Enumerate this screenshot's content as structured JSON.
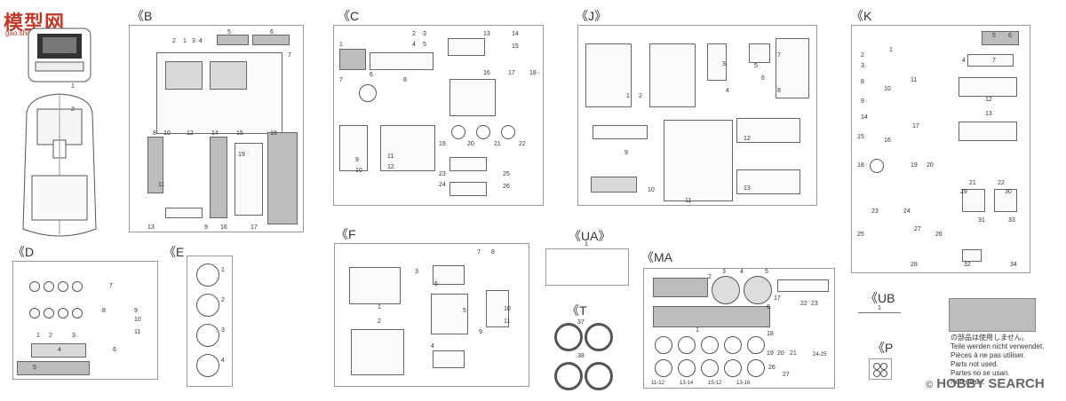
{
  "watermark": {
    "logo_text": "模型网",
    "url": "gao.shop.com",
    "hobby": "HOBBY",
    "search": "SEARCH",
    "mark": "©"
  },
  "sprues": {
    "B": "《B",
    "C": "《C",
    "J": "《J》",
    "K": "《K",
    "D": "《D",
    "E": "《E",
    "F": "《F",
    "UA": "《UA》",
    "MA": "《MA",
    "T": "《T",
    "UB": "《UB",
    "P": "《P"
  },
  "notes": {
    "unused_jp": "の部品は使用しません。",
    "unused_de": "Teile werden nicht verwendet.",
    "unused_fr": "Pièces à ne pas utiliser.",
    "unused_es": "Parts not used.",
    "unused_it": "Partes no se usan.",
    "unused_pt": "Non usate."
  },
  "part_numbers": {
    "car": [
      "1",
      "2"
    ],
    "b": [
      "1",
      "2",
      "3",
      "4",
      "5",
      "6",
      "7",
      "8",
      "9",
      "10",
      "11",
      "12",
      "13",
      "14",
      "15",
      "16",
      "17",
      "18",
      "19"
    ],
    "c": [
      "1",
      "2",
      "3",
      "4",
      "5",
      "6",
      "7",
      "8",
      "9",
      "10",
      "11",
      "12",
      "13",
      "14",
      "15",
      "16",
      "17",
      "18",
      "19",
      "20",
      "21",
      "22",
      "23",
      "24",
      "25",
      "26"
    ],
    "j": [
      "1",
      "2",
      "3",
      "4",
      "5",
      "6",
      "7",
      "8",
      "9",
      "10",
      "11",
      "12",
      "13"
    ],
    "k": [
      "1",
      "2",
      "3",
      "4",
      "5",
      "6",
      "7",
      "8",
      "9",
      "10",
      "11",
      "12",
      "13",
      "14",
      "15",
      "16",
      "17",
      "18",
      "19",
      "20",
      "21",
      "22",
      "23",
      "24",
      "25",
      "26",
      "27",
      "28",
      "29",
      "30",
      "31",
      "32",
      "33",
      "34"
    ],
    "d": [
      "1",
      "2",
      "3",
      "4",
      "5",
      "6",
      "7",
      "8",
      "9",
      "10",
      "11"
    ],
    "e": [
      "1",
      "2",
      "3",
      "4"
    ],
    "f": [
      "1",
      "2",
      "3",
      "4",
      "5",
      "6",
      "7",
      "8",
      "9",
      "10",
      "11"
    ],
    "ua": [
      "1"
    ],
    "ub": [
      "1"
    ],
    "t": [
      "37",
      "38"
    ],
    "ma": [
      "1",
      "2",
      "3",
      "4",
      "5",
      "6",
      "11-12",
      "13-14",
      "15-12",
      "13-16",
      "17",
      "18",
      "19",
      "20",
      "21",
      "22",
      "23",
      "24-25",
      "26",
      "27"
    ]
  }
}
